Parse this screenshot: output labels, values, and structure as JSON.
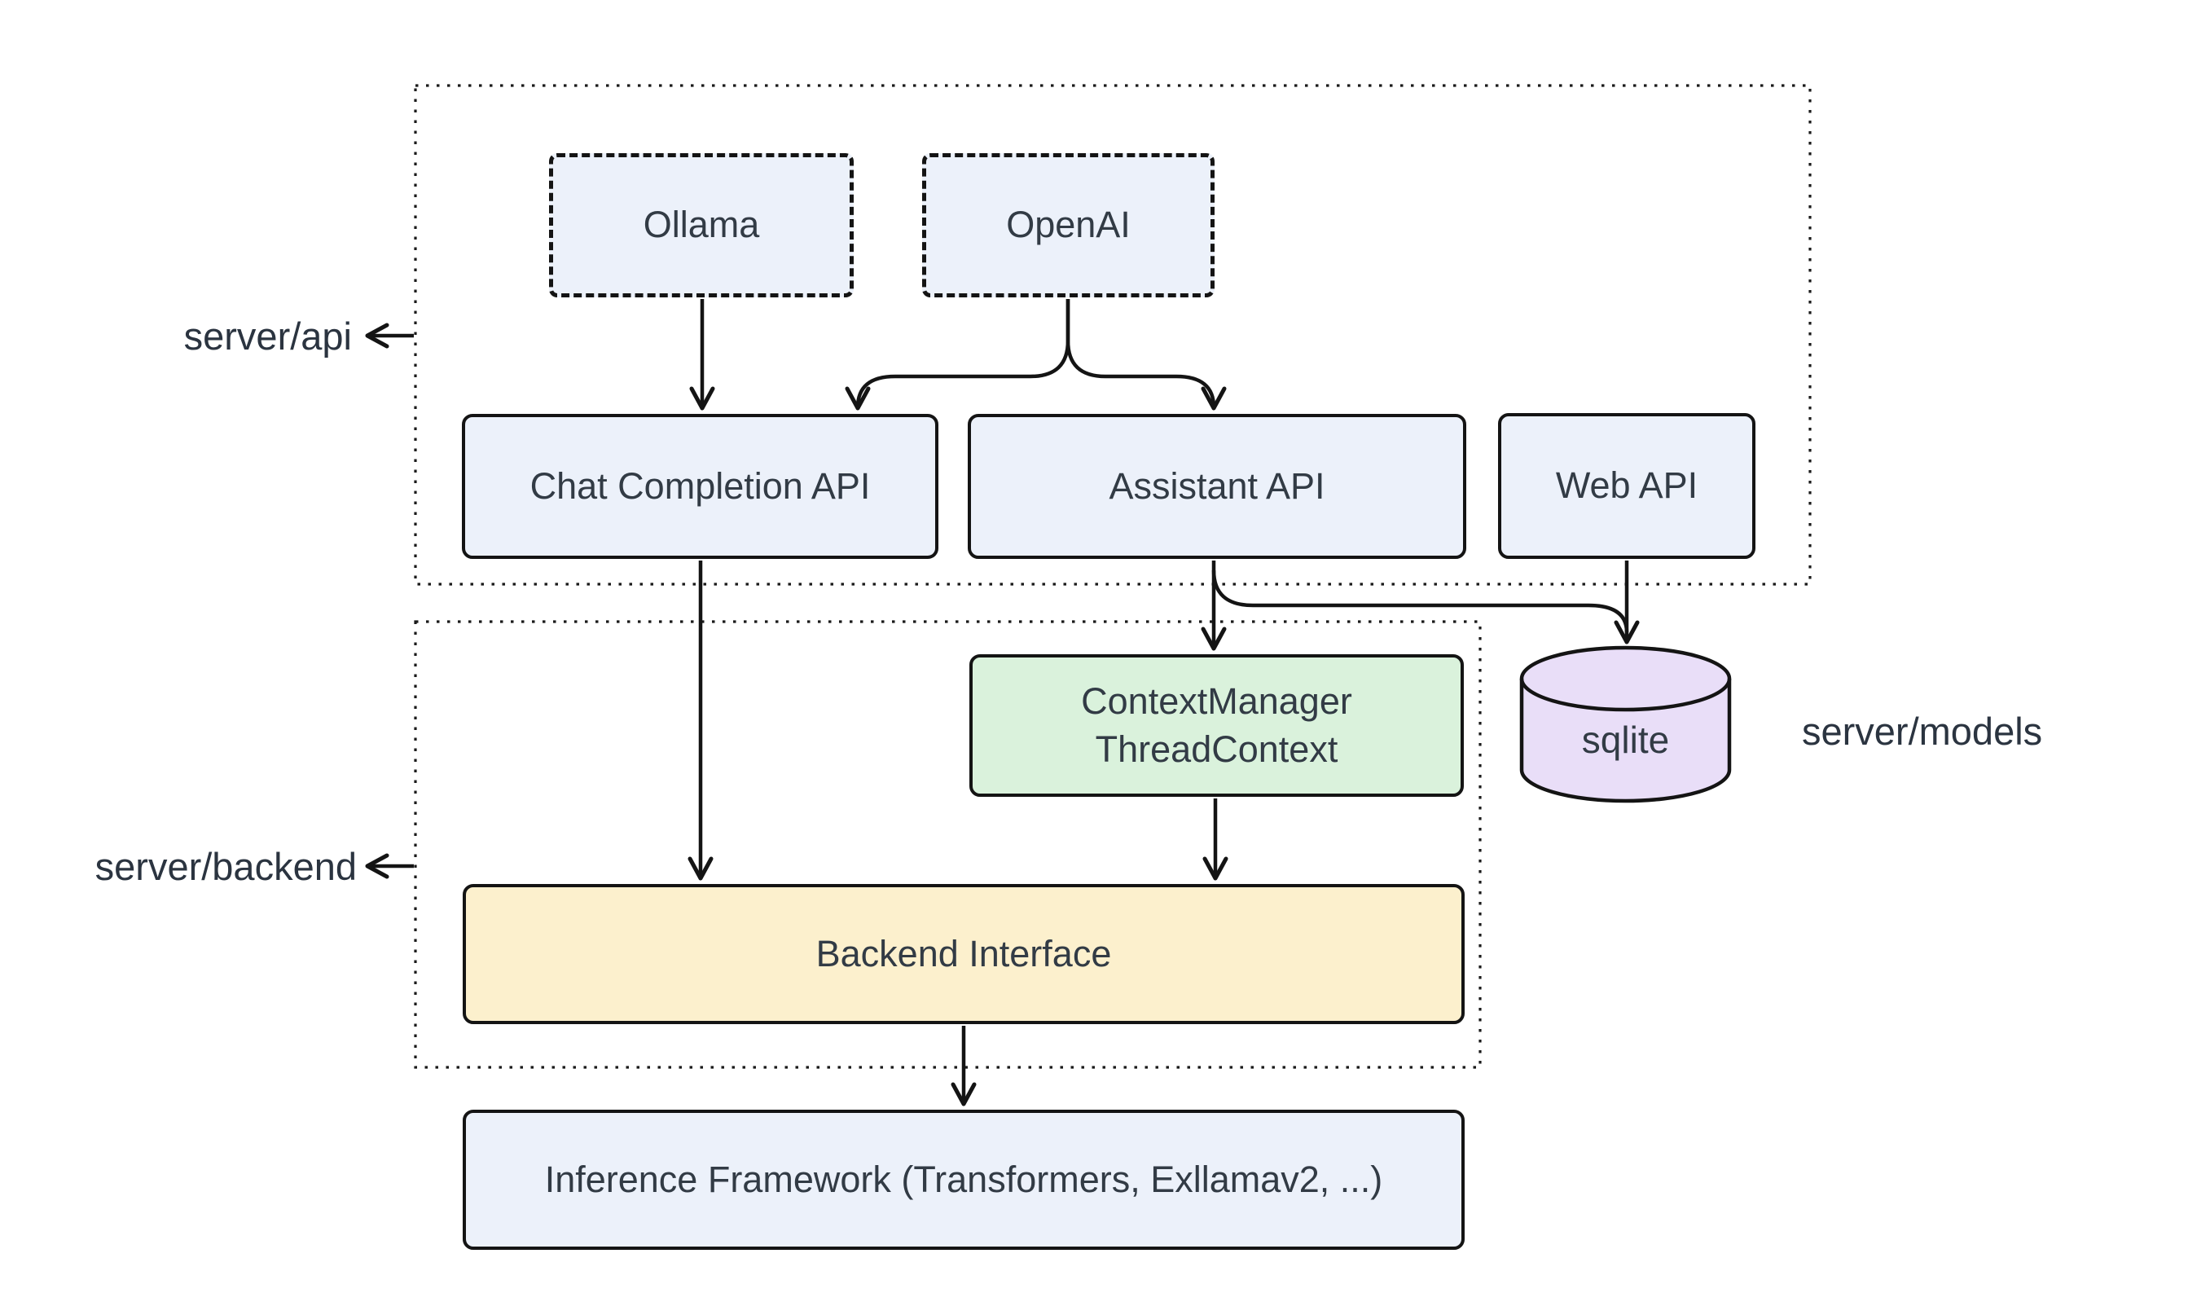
{
  "diagram": {
    "colors": {
      "background": "#ffffff",
      "node_fill_blue": "#ECF1FA",
      "node_fill_green": "#DAF2DC",
      "node_fill_yellow": "#FCF0CD",
      "node_fill_purple": "#E9DEF8",
      "stroke": "#141414",
      "text": "#323B45"
    },
    "groups": {
      "server_api": {
        "label": "server/api"
      },
      "server_backend": {
        "label": "server/backend"
      },
      "server_models": {
        "label": "server/models"
      }
    },
    "nodes": {
      "ollama": {
        "label": "Ollama"
      },
      "openai": {
        "label": "OpenAI"
      },
      "chat_completion_api": {
        "label": "Chat Completion API"
      },
      "assistant_api": {
        "label": "Assistant API"
      },
      "web_api": {
        "label": "Web API"
      },
      "context_manager": {
        "line1": "ContextManager",
        "line2": "ThreadContext"
      },
      "sqlite": {
        "label": "sqlite"
      },
      "backend_interface": {
        "label": "Backend Interface"
      },
      "inference_framework": {
        "label": "Inference Framework (Transformers, Exllamav2, ...)"
      }
    },
    "edges": [
      {
        "from": "Ollama",
        "to": "Chat Completion API"
      },
      {
        "from": "OpenAI",
        "to": "Chat Completion API"
      },
      {
        "from": "OpenAI",
        "to": "Assistant API"
      },
      {
        "from": "Chat Completion API",
        "to": "Backend Interface"
      },
      {
        "from": "Assistant API",
        "to": "ContextManager ThreadContext"
      },
      {
        "from": "Assistant API",
        "to": "sqlite"
      },
      {
        "from": "Web API",
        "to": "sqlite"
      },
      {
        "from": "ContextManager ThreadContext",
        "to": "Backend Interface"
      },
      {
        "from": "Backend Interface",
        "to": "Inference Framework (Transformers, Exllamav2, ...)"
      }
    ]
  }
}
